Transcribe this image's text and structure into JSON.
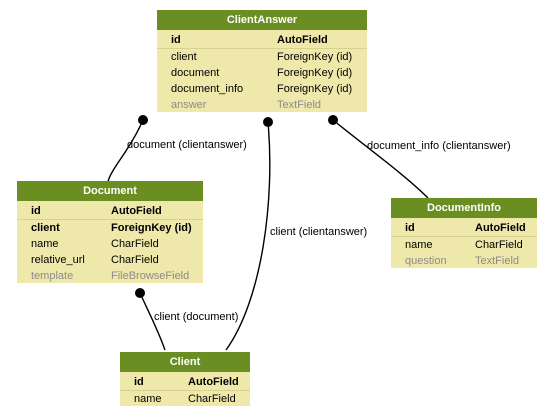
{
  "models": {
    "client_answer": {
      "title": "ClientAnswer",
      "fields": [
        {
          "name": "id",
          "type": "AutoField"
        },
        {
          "name": "client",
          "type": "ForeignKey (id)"
        },
        {
          "name": "document",
          "type": "ForeignKey (id)"
        },
        {
          "name": "document_info",
          "type": "ForeignKey (id)"
        },
        {
          "name": "answer",
          "type": "TextField"
        }
      ]
    },
    "document": {
      "title": "Document",
      "fields": [
        {
          "name": "id",
          "type": "AutoField"
        },
        {
          "name": "client",
          "type": "ForeignKey (id)"
        },
        {
          "name": "name",
          "type": "CharField"
        },
        {
          "name": "relative_url",
          "type": "CharField"
        },
        {
          "name": "template",
          "type": "FileBrowseField"
        }
      ]
    },
    "document_info": {
      "title": "DocumentInfo",
      "fields": [
        {
          "name": "id",
          "type": "AutoField"
        },
        {
          "name": "name",
          "type": "CharField"
        },
        {
          "name": "question",
          "type": "TextField"
        }
      ]
    },
    "client": {
      "title": "Client",
      "fields": [
        {
          "name": "id",
          "type": "AutoField"
        },
        {
          "name": "name",
          "type": "CharField"
        }
      ]
    }
  },
  "relations": {
    "document_clientanswer": "document (clientanswer)",
    "document_info_clientanswer": "document_info (clientanswer)",
    "client_clientanswer": "client (clientanswer)",
    "client_document": "client (document)"
  }
}
